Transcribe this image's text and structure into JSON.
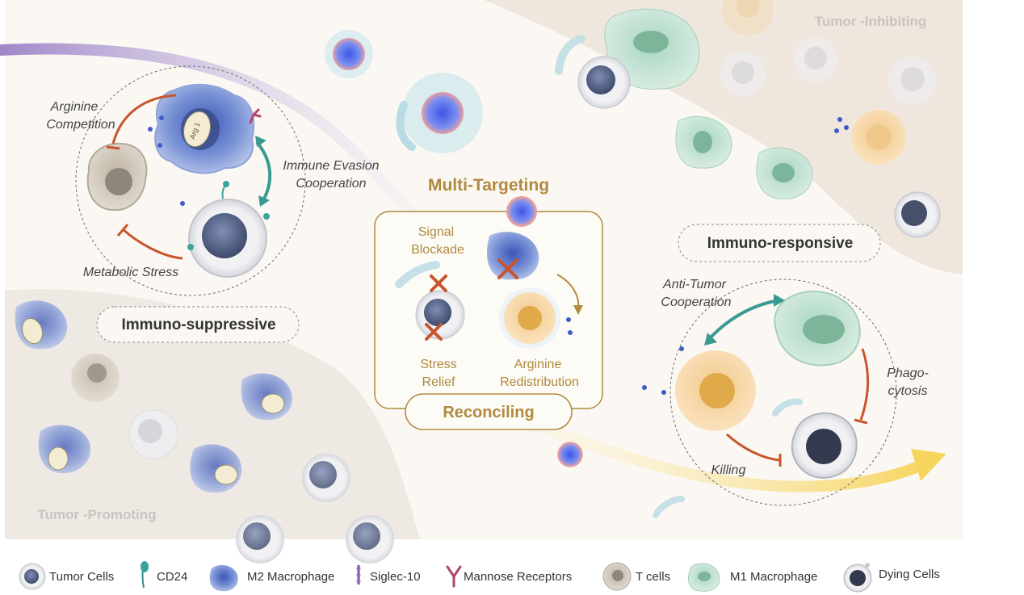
{
  "regions": {
    "tumor_promoting": "Tumor -Promoting",
    "tumor_inhibiting": "Tumor -Inhibiting"
  },
  "suppressive": {
    "title": "Immuno-suppressive",
    "arginine_line1": "Arginine",
    "arginine_line2": "Competition",
    "evasion_line1": "Immune Evasion",
    "evasion_line2": "Cooperation",
    "metabolic": "Metabolic Stress",
    "enzyme_label": "Arg 1"
  },
  "center": {
    "title": "Multi-Targeting",
    "signal_line1": "Signal",
    "signal_line2": "Blockade",
    "stress_line1": "Stress",
    "stress_line2": "Relief",
    "arginine_line1": "Arginine",
    "arginine_line2": "Redistribution",
    "reconciling": "Reconciling"
  },
  "responsive": {
    "title": "Immuno-responsive",
    "anti_line1": "Anti-Tumor",
    "anti_line2": "Cooperation",
    "phago_line1": "Phago-",
    "phago_line2": "cytosis",
    "killing": "Killing"
  },
  "legend": [
    {
      "icon": "tumor-cell-icon",
      "label": "Tumor Cells"
    },
    {
      "icon": "cd24-icon",
      "label": "CD24"
    },
    {
      "icon": "m2-macrophage-icon",
      "label": "M2 Macrophage"
    },
    {
      "icon": "siglec10-icon",
      "label": "Siglec-10"
    },
    {
      "icon": "mannose-receptor-icon",
      "label": "Mannose Receptors"
    },
    {
      "icon": "t-cell-icon",
      "label": "T cells"
    },
    {
      "icon": "m1-macrophage-icon",
      "label": "M1 Macrophage"
    },
    {
      "icon": "dying-cell-icon",
      "label": "Dying Cells"
    }
  ],
  "colors": {
    "tumor_dark": "#5a6a8c",
    "m2": "#6f88c8",
    "m1": "#8fc6ad",
    "t_cell": "#c9c0b3",
    "gold": "#b08a3e",
    "inhibit_red": "#c8552d",
    "teal_arrow": "#3a9a92",
    "purple_arrow": "#9b86c4",
    "yellow_arrow": "#f5d86a"
  }
}
